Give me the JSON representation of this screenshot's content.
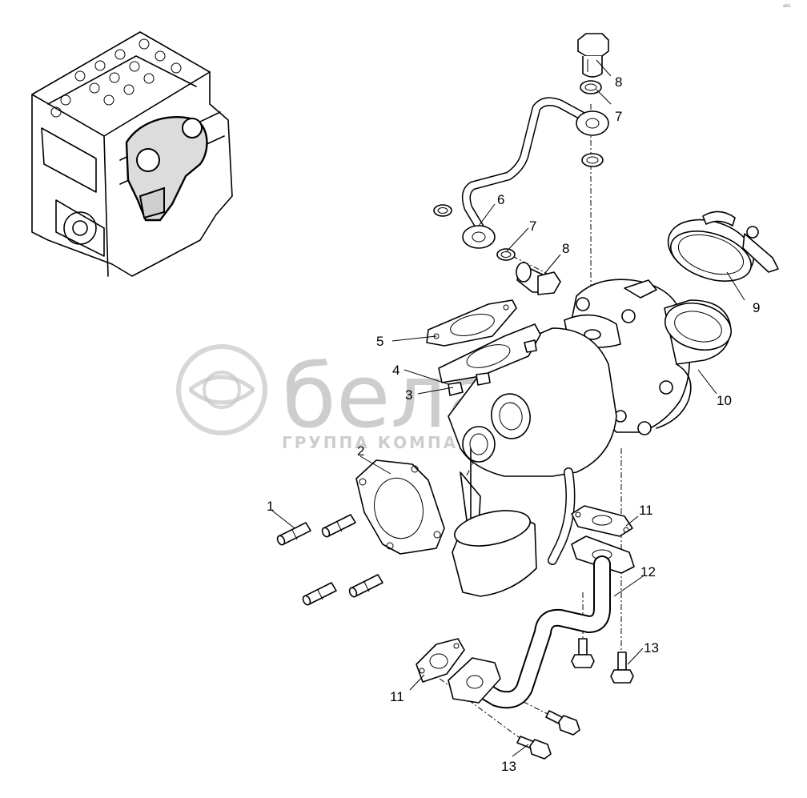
{
  "watermark": {
    "brand": "белагро",
    "tagline": "ГРУППА КОМПАНИЙ",
    "color": "#c6c6c6"
  },
  "corner_mark": "abc",
  "callouts": [
    {
      "id": "c1",
      "label": "1"
    },
    {
      "id": "c2",
      "label": "2"
    },
    {
      "id": "c3",
      "label": "3"
    },
    {
      "id": "c4",
      "label": "4"
    },
    {
      "id": "c5",
      "label": "5"
    },
    {
      "id": "c6",
      "label": "6"
    },
    {
      "id": "c7a",
      "label": "7"
    },
    {
      "id": "c7b",
      "label": "7"
    },
    {
      "id": "c8a",
      "label": "8"
    },
    {
      "id": "c8b",
      "label": "8"
    },
    {
      "id": "c9",
      "label": "9"
    },
    {
      "id": "c10",
      "label": "10"
    },
    {
      "id": "c11a",
      "label": "11"
    },
    {
      "id": "c11b",
      "label": "11"
    },
    {
      "id": "c12",
      "label": "12"
    },
    {
      "id": "c13a",
      "label": "13"
    },
    {
      "id": "c13b",
      "label": "13"
    }
  ]
}
